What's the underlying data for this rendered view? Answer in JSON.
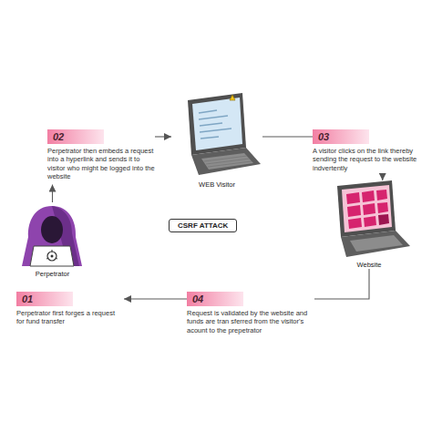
{
  "diagram": {
    "nodes": [
      {
        "text": [
          "01",
          "Perpetrator first forges a request for fund transfer"
        ]
      },
      {
        "text": [
          "02",
          "Perpetrator then embeds a request into a hyperlink and sends it to visitor who might be logged into the website"
        ]
      },
      {
        "text": [
          "WEB Visitor"
        ]
      },
      {
        "text": [
          "03",
          "A visitor clicks on the link thereby sending the request to the website indvertently"
        ]
      },
      {
        "text": [
          "Website"
        ]
      },
      {
        "text": [
          "04",
          "Request is validated by the website and funds are tran sferred from the visitor's acount to the prepetrator"
        ]
      },
      {
        "text": [
          "Perpetrator"
        ]
      },
      {
        "text": [
          "CSRF ATTACK"
        ]
      }
    ],
    "edges": [
      {
        "from": 6,
        "to": 1,
        "arrow": "to"
      },
      {
        "from": 1,
        "to": 2,
        "arrow": "to"
      },
      {
        "from": 2,
        "to": 3,
        "arrow": "none"
      },
      {
        "from": 3,
        "to": 4,
        "arrow": "to"
      },
      {
        "from": 4,
        "to": 5,
        "arrow": "none"
      },
      {
        "from": 5,
        "to": 0,
        "arrow": "to"
      }
    ]
  }
}
